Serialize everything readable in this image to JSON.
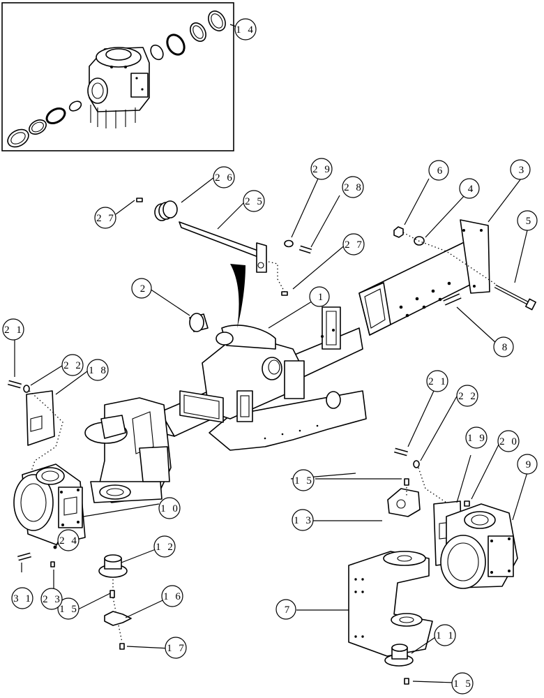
{
  "callouts": {
    "c1": "1",
    "c2": "2",
    "c3": "3",
    "c4": "4",
    "c5": "5",
    "c6": "6",
    "c7": "7",
    "c8": "8",
    "c9": "9",
    "c10": "1 0",
    "c11": "1 1",
    "c12": "1 2",
    "c13": "1 3",
    "c14": "1 4",
    "c15a": "1 5",
    "c15b": "1 5",
    "c15c": "1 5",
    "c16": "1 6",
    "c17": "1 7",
    "c18": "1 8",
    "c19": "1 9",
    "c20": "2 0",
    "c21a": "2 1",
    "c21b": "2 1",
    "c22a": "2 2",
    "c22b": "2 2",
    "c23": "2 3",
    "c24": "2 4",
    "c25": "2 5",
    "c26": "2 6",
    "c27a": "2 7",
    "c27b": "2 7",
    "c28": "2 8",
    "c29": "2 9",
    "c31": "3 1"
  }
}
